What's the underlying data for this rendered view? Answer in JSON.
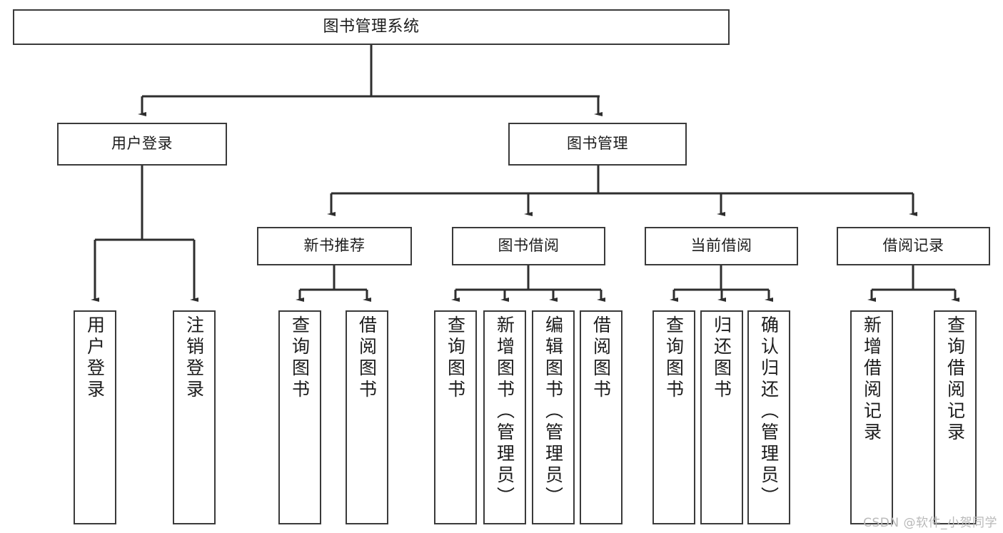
{
  "diagram": {
    "title": "图书管理系统",
    "type": "tree-hierarchy",
    "watermark": "CSDN @软件_小贺同学",
    "colors": {
      "box_border": "#3a3a3a",
      "box_fill": "#ffffff",
      "connector": "#2e2e2e",
      "text": "#1c1c1c",
      "watermark": "#b9b9b9",
      "background": "#ffffff"
    },
    "root": {
      "label": "图书管理系统"
    },
    "level2": [
      {
        "label": "用户登录"
      },
      {
        "label": "图书管理"
      }
    ],
    "level3": [
      {
        "label": "新书推荐"
      },
      {
        "label": "图书借阅"
      },
      {
        "label": "当前借阅"
      },
      {
        "label": "借阅记录"
      }
    ],
    "leaves": {
      "user_login": [
        {
          "label": "用户登录"
        },
        {
          "label": "注销登录"
        }
      ],
      "new_book": [
        {
          "label": "查询图书"
        },
        {
          "label": "借阅图书"
        }
      ],
      "book_borrow": [
        {
          "label": "查询图书"
        },
        {
          "label": "新增图书（管理员）"
        },
        {
          "label": "编辑图书（管理员）"
        },
        {
          "label": "借阅图书"
        }
      ],
      "current_borrow": [
        {
          "label": "查询图书"
        },
        {
          "label": "归还图书"
        },
        {
          "label": "确认归还（管理员）"
        }
      ],
      "borrow_record": [
        {
          "label": "新增借阅记录"
        },
        {
          "label": "查询借阅记录"
        }
      ]
    }
  }
}
